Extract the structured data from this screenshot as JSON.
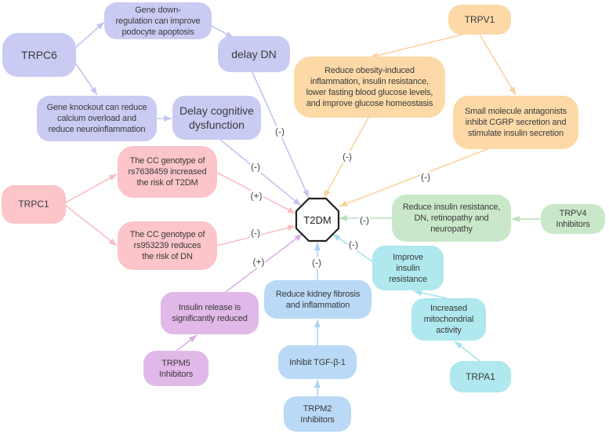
{
  "palette": {
    "purple": "#c9cbf3",
    "orange": "#fcd9a7",
    "pink": "#fbc5c9",
    "green": "#c9e8c9",
    "cyan": "#afe8ee",
    "blue": "#b9d9f6",
    "magenta": "#e1b9e9",
    "text": "#3a3a3a",
    "center_border": "#222222"
  },
  "center": {
    "label": "T2DM"
  },
  "nodes": {
    "trpc6": {
      "lines": [
        "TRPC6"
      ]
    },
    "gene_down": {
      "lines": [
        "Gene down-",
        "regulation can improve",
        "podocyte apoptosis"
      ]
    },
    "delay_dn": {
      "lines": [
        "delay DN"
      ]
    },
    "knockout": {
      "lines": [
        "Gene knockout can reduce",
        "calcium overload and",
        "reduce neuroinflammation"
      ]
    },
    "cognitive": {
      "lines": [
        "Delay cognitive",
        "dysfunction"
      ]
    },
    "trpv1": {
      "lines": [
        "TRPV1"
      ]
    },
    "obesity": {
      "lines": [
        "Reduce obesity-induced",
        "inflammation, insulin resistance,",
        "lower fasting blood glucose levels,",
        "and improve glucose homeostasis"
      ]
    },
    "small": {
      "lines": [
        "Small molecule antagonists",
        "inhibit CGRP secretion and",
        "stimulate insulin secretion"
      ]
    },
    "trpc1": {
      "lines": [
        "TRPC1"
      ]
    },
    "cc1": {
      "lines": [
        "The CC genotype of",
        "rs7638459 increased",
        "the risk of T2DM"
      ]
    },
    "cc2": {
      "lines": [
        "The CC genotype of",
        "rs953239 reduces",
        "the risk of DN"
      ]
    },
    "green": {
      "lines": [
        "Reduce insulin resistance,",
        "DN, retinopathy and",
        "neuropathy"
      ]
    },
    "trpv4": {
      "lines": [
        "TRPV4",
        "Inhibitors"
      ]
    },
    "improve": {
      "lines": [
        "Improve",
        "insulin",
        "resistance"
      ]
    },
    "increased": {
      "lines": [
        "Increased",
        "mitochondrial",
        "activity"
      ]
    },
    "trpa1": {
      "lines": [
        "TRPA1"
      ]
    },
    "kidney": {
      "lines": [
        "Reduce kidney fibrosis",
        "and inflammation"
      ]
    },
    "tgf": {
      "lines": [
        "Inhibit TGF-β-1"
      ]
    },
    "trpm2": {
      "lines": [
        "TRPM2",
        "Inhibitors"
      ]
    },
    "insulin": {
      "lines": [
        "Insulin release is",
        "significantly reduced"
      ]
    },
    "trpm5": {
      "lines": [
        "TRPM5",
        "Inhibitors"
      ]
    }
  },
  "edge_labels": {
    "delay_dn": "(-)",
    "obesity": "(-)",
    "small": "(-)",
    "cognitive": "(-)",
    "cc1": "(+)",
    "cc2": "(-)",
    "green": "(-)",
    "improve": "(-)",
    "kidney": "(-)",
    "insulin": "(+)"
  }
}
